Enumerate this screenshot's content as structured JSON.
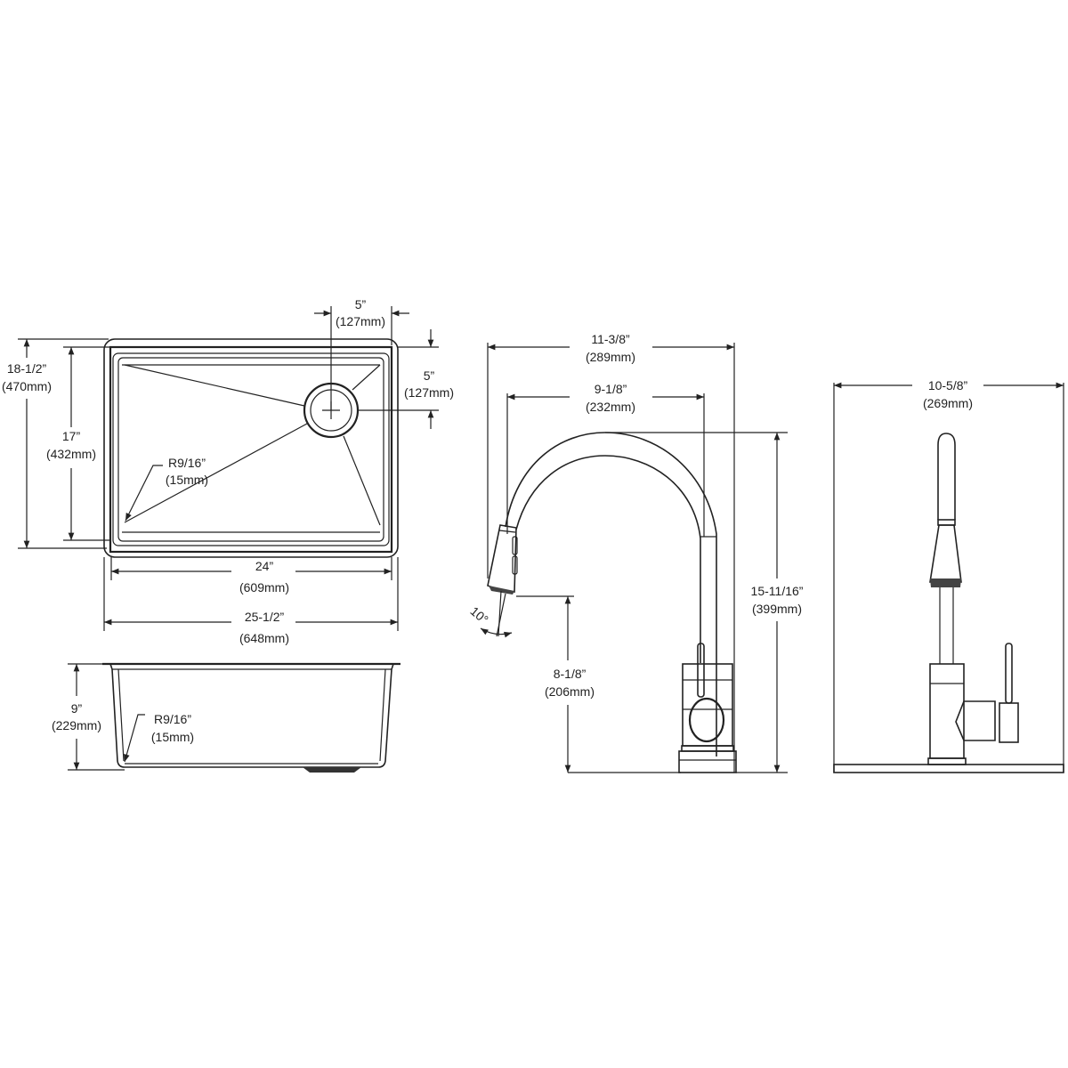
{
  "sink_top_view": {
    "drain_offset_x": {
      "in": "5”",
      "mm": "(127mm)"
    },
    "drain_offset_y": {
      "in": "5”",
      "mm": "(127mm)"
    },
    "overall_depth": {
      "in": "18-1/2”",
      "mm": "(470mm)"
    },
    "bowl_depth": {
      "in": "17”",
      "mm": "(432mm)"
    },
    "corner_radius": {
      "in": "R9/16”",
      "mm": "(15mm)"
    },
    "bowl_width": {
      "in": "24”",
      "mm": "(609mm)"
    },
    "overall_width": {
      "in": "25-1/2”",
      "mm": "(648mm)"
    }
  },
  "sink_front_view": {
    "bowl_height": {
      "in": "9”",
      "mm": "(229mm)"
    },
    "corner_radius": {
      "in": "R9/16”",
      "mm": "(15mm)"
    }
  },
  "faucet_side_view": {
    "overall_reach": {
      "in": "11-3/8”",
      "mm": "(289mm)"
    },
    "spout_reach": {
      "in": "9-1/8”",
      "mm": "(232mm)"
    },
    "overall_height": {
      "in": "15-11/16”",
      "mm": "(399mm)"
    },
    "spout_height": {
      "in": "8-1/8”",
      "mm": "(206mm)"
    },
    "spray_angle": "10°"
  },
  "faucet_front_view": {
    "deck_plate_width": {
      "in": "10-5/8”",
      "mm": "(269mm)"
    }
  }
}
